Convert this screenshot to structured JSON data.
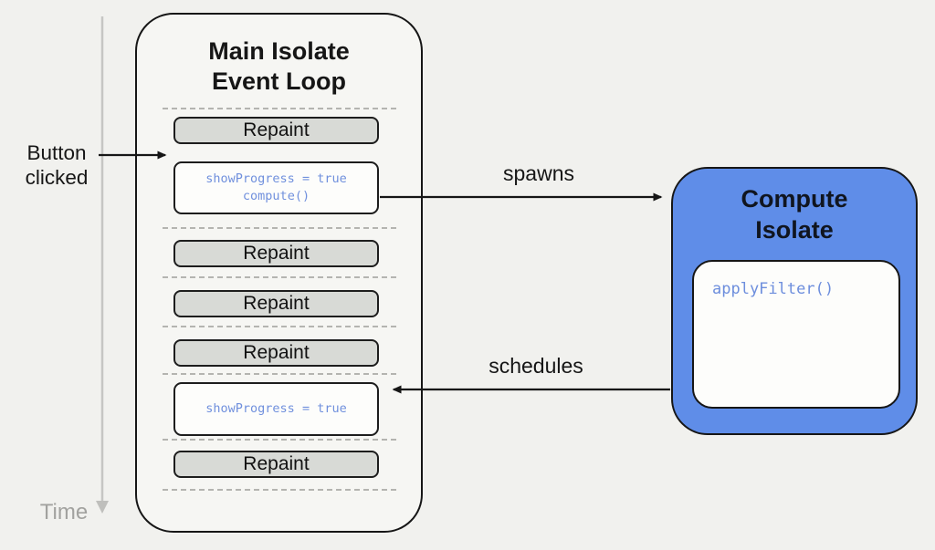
{
  "labels": {
    "button_clicked": "Button\nclicked",
    "time": "Time",
    "spawns": "spawns",
    "schedules": "schedules"
  },
  "main_isolate": {
    "title": "Main Isolate\nEvent Loop",
    "items": [
      {
        "type": "repaint",
        "label": "Repaint"
      },
      {
        "type": "code",
        "code": "showProgress = true\ncompute()"
      },
      {
        "type": "repaint",
        "label": "Repaint"
      },
      {
        "type": "repaint",
        "label": "Repaint"
      },
      {
        "type": "repaint",
        "label": "Repaint"
      },
      {
        "type": "code",
        "code": "showProgress = true"
      },
      {
        "type": "repaint",
        "label": "Repaint"
      }
    ]
  },
  "compute_isolate": {
    "title": "Compute\nIsolate",
    "code": "applyFilter()"
  },
  "colors": {
    "background": "#f1f1ee",
    "outline": "#161616",
    "compute_isolate_fill": "#5f8de8",
    "repaint_fill": "#d8dad6",
    "code_text": "#7090dd",
    "time_axis_gray": "#bfbfbc"
  }
}
